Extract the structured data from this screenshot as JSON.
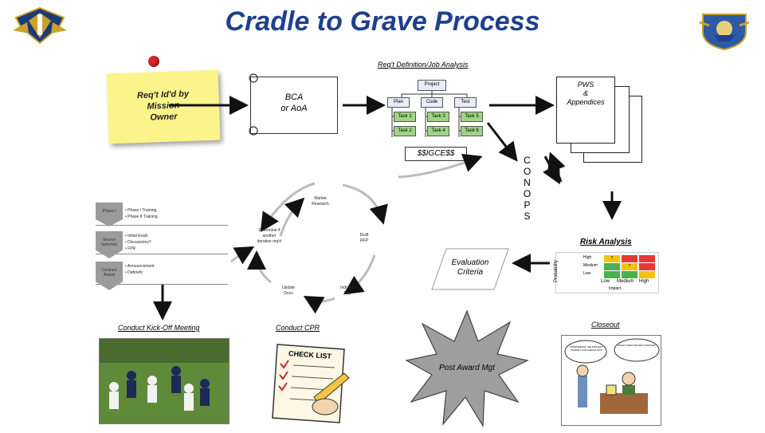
{
  "title": "Cradle to Grave Process",
  "reqt_definition": "Req't Definition/Job Analysis",
  "sticky_note": "Req't Id'd by\nMission\nOwner",
  "scroll_text": "BCA\nor AoA",
  "org_chart": {
    "root": "Project",
    "level1": [
      "Plan",
      "Code",
      "Test"
    ],
    "tasks": [
      "Task 1",
      "Task 3",
      "Task 5",
      "Task 2",
      "Task 4",
      "Task 6"
    ]
  },
  "pws": "PWS\n&\nAppendices",
  "igce": "$$IGCE$$",
  "conops": "C\nO\nN\nO\nP\nS",
  "risk": {
    "title": "Risk Analysis",
    "y_axis": "Probability",
    "rows": [
      "High",
      "Medium",
      "Low"
    ],
    "cols": [
      "Low",
      "Medium",
      "High"
    ],
    "x_axis": "Impact",
    "cells": [
      "?",
      "",
      "",
      "",
      "?",
      "",
      "",
      "",
      ""
    ],
    "colors": [
      "#f1c40f",
      "#e53935",
      "#e53935",
      "#4caf50",
      "#f1c40f",
      "#e53935",
      "#4caf50",
      "#4caf50",
      "#f1c40f"
    ]
  },
  "evaluation": "Evaluation\nCriteria",
  "cycle": {
    "market_research": "Market\nResearch",
    "determine": "Determine if\nanother\niteration req'd",
    "draft_rfp": "Draft\nRFP",
    "update_docs": "Update\nDocs",
    "industry_day": "Industry\nDay"
  },
  "phases": [
    {
      "name": "Phase I",
      "items": "• Phase I Training\n• Phase II Training"
    },
    {
      "name": "Source\nSelection",
      "items": "• Initial Evals\n• Discussions?\n• FPR"
    },
    {
      "name": "Contract\nAward",
      "items": "• Announcement\n• Debriefs"
    }
  ],
  "kickoff": "Conduct Kick-Off Meeting",
  "cpr": "Conduct CPR",
  "post_award": "Post Award Mgt",
  "closeout": "Closeout",
  "checklist": "CHECK LIST",
  "cartoon_left": "OVERSEEING THE PROJECT BUDGET AND CHECKLISTS",
  "cartoon_right": "RIGHT! NEXT PROJECT BUDGET"
}
